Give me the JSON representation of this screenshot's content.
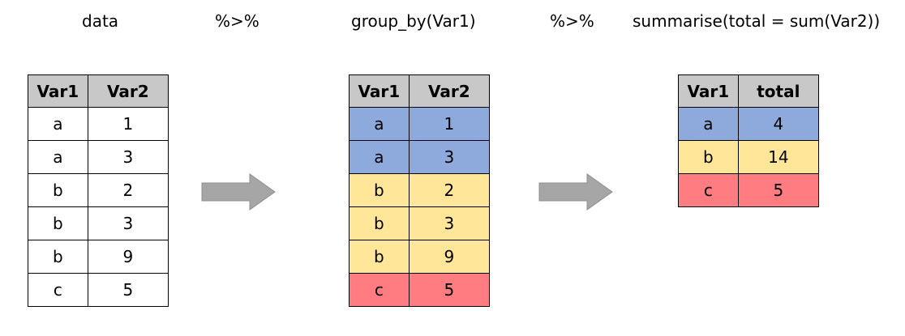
{
  "labels": {
    "data": "data",
    "pipe1": "%>%",
    "group_by": "group_by(Var1)",
    "pipe2": "%>%",
    "summarise": "summarise(total = sum(Var2))"
  },
  "colors": {
    "header": "#c8c8c8",
    "group_a": "#8ea9db",
    "group_b": "#ffe699",
    "group_c": "#ff7c80",
    "arrow": "#a6a6a6"
  },
  "table_data": {
    "headers": [
      "Var1",
      "Var2"
    ],
    "rows": [
      [
        "a",
        "1"
      ],
      [
        "a",
        "3"
      ],
      [
        "b",
        "2"
      ],
      [
        "b",
        "3"
      ],
      [
        "b",
        "9"
      ],
      [
        "c",
        "5"
      ]
    ]
  },
  "table_grouped": {
    "headers": [
      "Var1",
      "Var2"
    ],
    "rows": [
      {
        "cells": [
          "a",
          "1"
        ],
        "color": "#8ea9db"
      },
      {
        "cells": [
          "a",
          "3"
        ],
        "color": "#8ea9db"
      },
      {
        "cells": [
          "b",
          "2"
        ],
        "color": "#ffe699"
      },
      {
        "cells": [
          "b",
          "3"
        ],
        "color": "#ffe699"
      },
      {
        "cells": [
          "b",
          "9"
        ],
        "color": "#ffe699"
      },
      {
        "cells": [
          "c",
          "5"
        ],
        "color": "#ff7c80"
      }
    ]
  },
  "table_summary": {
    "headers": [
      "Var1",
      "total"
    ],
    "rows": [
      {
        "cells": [
          "a",
          "4"
        ],
        "color": "#8ea9db"
      },
      {
        "cells": [
          "b",
          "14"
        ],
        "color": "#ffe699"
      },
      {
        "cells": [
          "c",
          "5"
        ],
        "color": "#ff7c80"
      }
    ]
  }
}
